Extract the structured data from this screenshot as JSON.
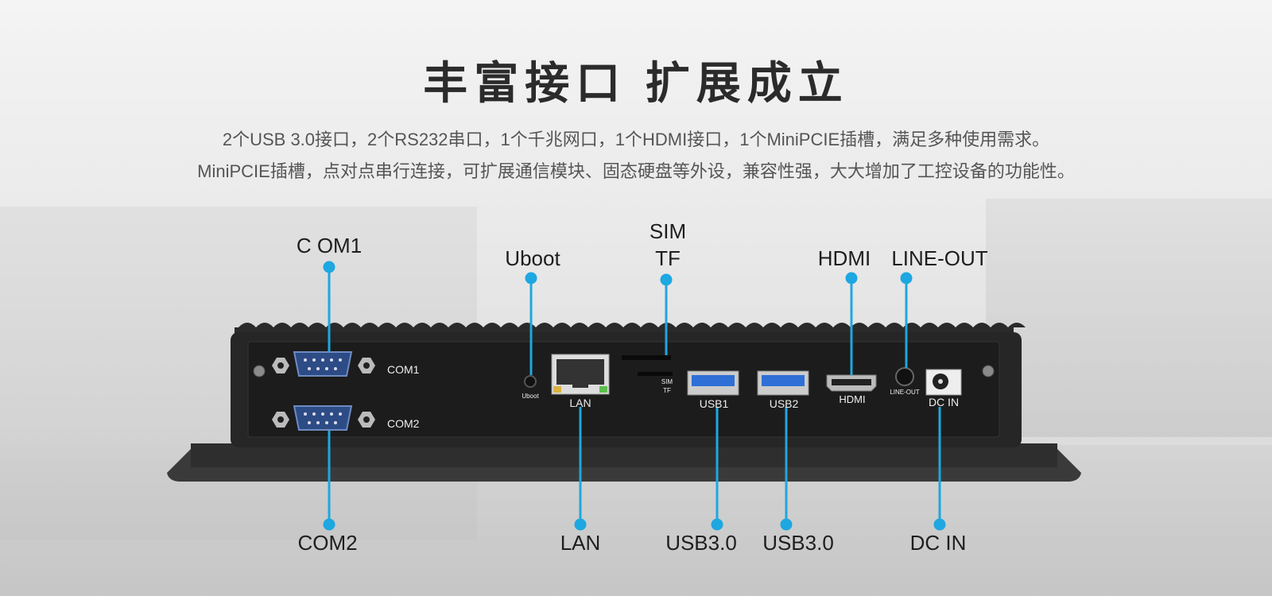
{
  "header": {
    "title": "丰富接口  扩展成立",
    "desc_line1": "2个USB 3.0接口，2个RS232串口，1个千兆网口，1个HDMI接口，1个MiniPCIE插槽，满足多种使用需求。",
    "desc_line2": "MiniPCIE插槽，点对点串行连接，可扩展通信模块、固态硬盘等外设，兼容性强，大大增加了工控设备的功能性。"
  },
  "callouts_top": {
    "com1": "C OM1",
    "uboot": "Uboot",
    "sim": "SIM",
    "tf": "TF",
    "hdmi": "HDMI",
    "line_out": "LINE-OUT"
  },
  "callouts_bottom": {
    "com2": "COM2",
    "lan": "LAN",
    "usb_a": "USB3.0",
    "usb_b": "USB3.0",
    "dc_in": "DC IN"
  },
  "panel_labels": {
    "com1": "COM1",
    "com2": "COM2",
    "uboot": "Uboot",
    "lan": "LAN",
    "sim": "SIM",
    "tf": "TF",
    "usb1": "USB1",
    "usb2": "USB2",
    "hdmi": "HDMI",
    "line_out": "LINE-OUT",
    "dc_in": "DC IN"
  },
  "colors": {
    "callout_line": "#1ea7e1",
    "device_body": "#2a2a2a",
    "usb_blue": "#2f6fd6",
    "db9_blue": "#2d4c86"
  }
}
